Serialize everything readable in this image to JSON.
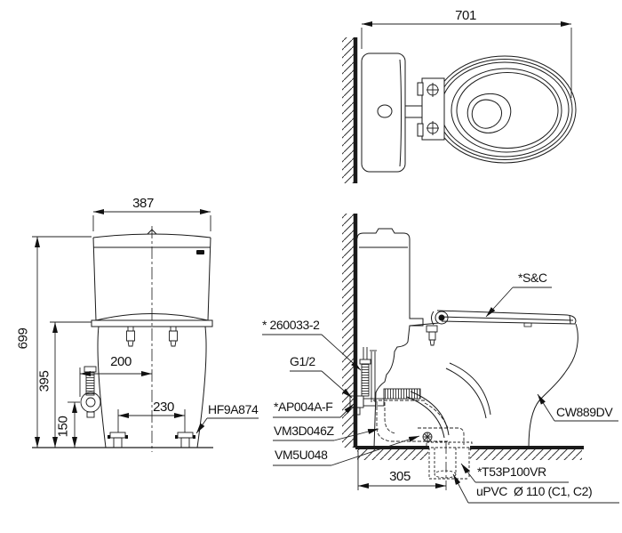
{
  "dimensions": {
    "top_view_depth": "701",
    "tank_width": "387",
    "overall_height": "699",
    "bowl_height": "395",
    "supply_height": "150",
    "supply_offset": "200",
    "bolt_spacing": "230",
    "rough_in": "305"
  },
  "parts": {
    "floor_fixing": "HF9A874",
    "seat_and_cover": "*S&C",
    "supply_pipe": "* 260033-2",
    "thread": "G1/2",
    "angle_valve": "*AP004A-F",
    "flush_valve": "VM3D046Z",
    "trap_fitting": "VM5U048",
    "model": "CW889DV",
    "drain_socket": "*T53P100VR",
    "drain_pipe": "uPVC  Ø 110 (C1, C2)"
  },
  "colors": {
    "ink": "#1a1a1a",
    "paper": "#ffffff"
  }
}
